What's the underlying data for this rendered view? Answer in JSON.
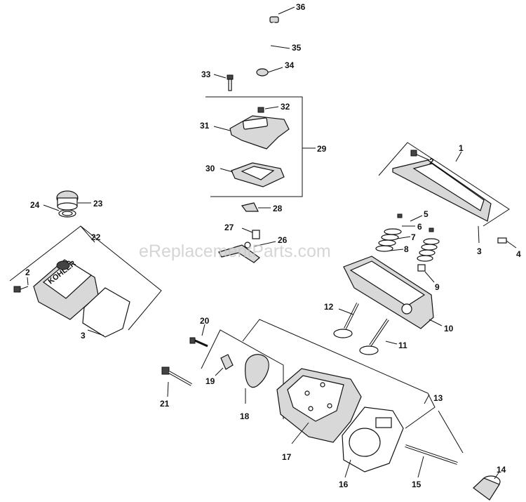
{
  "watermark": "eReplacementParts.com",
  "callouts": {
    "c1": "1",
    "c2": "2",
    "c2b": "2",
    "c3": "3",
    "c3b": "3",
    "c4": "4",
    "c5": "5",
    "c6": "6",
    "c7": "7",
    "c8": "8",
    "c9": "9",
    "c10": "10",
    "c11": "11",
    "c12": "12",
    "c13": "13",
    "c14": "14",
    "c15": "15",
    "c16": "16",
    "c17": "17",
    "c18": "18",
    "c19": "19",
    "c20": "20",
    "c21": "21",
    "c22": "22",
    "c23": "23",
    "c24": "24",
    "c26": "26",
    "c27": "27",
    "c28": "28",
    "c29": "29",
    "c30": "30",
    "c31": "31",
    "c32": "32",
    "c33": "33",
    "c34": "34",
    "c35": "35",
    "c36": "36"
  },
  "valve_cover_logo": "KOHLER"
}
